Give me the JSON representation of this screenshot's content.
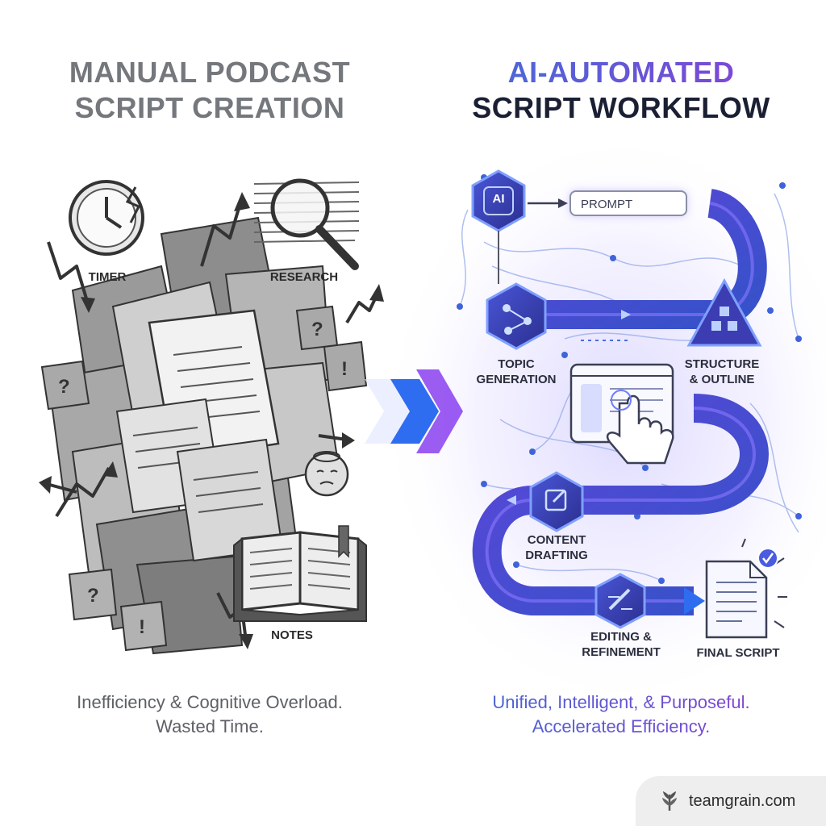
{
  "left_panel": {
    "title_line1": "MANUAL PODCAST",
    "title_line2": "SCRIPT CREATION",
    "labels": {
      "timer": "TIMER",
      "research": "RESEARCH",
      "notes": "NOTES"
    },
    "caption_line1": "Inefficiency & Cognitive Overload.",
    "caption_line2": "Wasted Time."
  },
  "right_panel": {
    "title_line1": "AI-AUTOMATED",
    "title_line2": "SCRIPT WORKFLOW",
    "ai_badge": "AI",
    "prompt_label": "PROMPT",
    "steps": {
      "topic_line1": "TOPIC",
      "topic_line2": "GENERATION",
      "structure_line1": "STRUCTURE",
      "structure_line2": "& OUTLINE",
      "content_line1": "CONTENT",
      "content_line2": "DRAFTING",
      "editing_line1": "EDITING &",
      "editing_line2": "REFINEMENT",
      "final": "FINAL SCRIPT"
    },
    "caption_line1": "Unified, Intelligent, & Purposeful.",
    "caption_line2": "Accelerated Efficiency."
  },
  "brand": {
    "name": "teamgrain.com"
  },
  "colors": {
    "left_title": "#74777c",
    "right_title_gradient_start": "#3f6fd8",
    "right_title_gradient_end": "#8a3fd6",
    "path": "#4f3fc8",
    "node": "#3e3fb2",
    "arrow_blue": "#2f6df0",
    "arrow_violet": "#8a3ff0"
  },
  "icons": [
    "clock-icon",
    "magnifier-icon",
    "confused-face-icon",
    "book-icon",
    "brain-icon",
    "network-icon",
    "pyramid-icon",
    "pointer-hand-icon",
    "pencil-icon",
    "edit-icon",
    "document-icon",
    "check-badge-icon",
    "teamgrain-logo-icon"
  ]
}
